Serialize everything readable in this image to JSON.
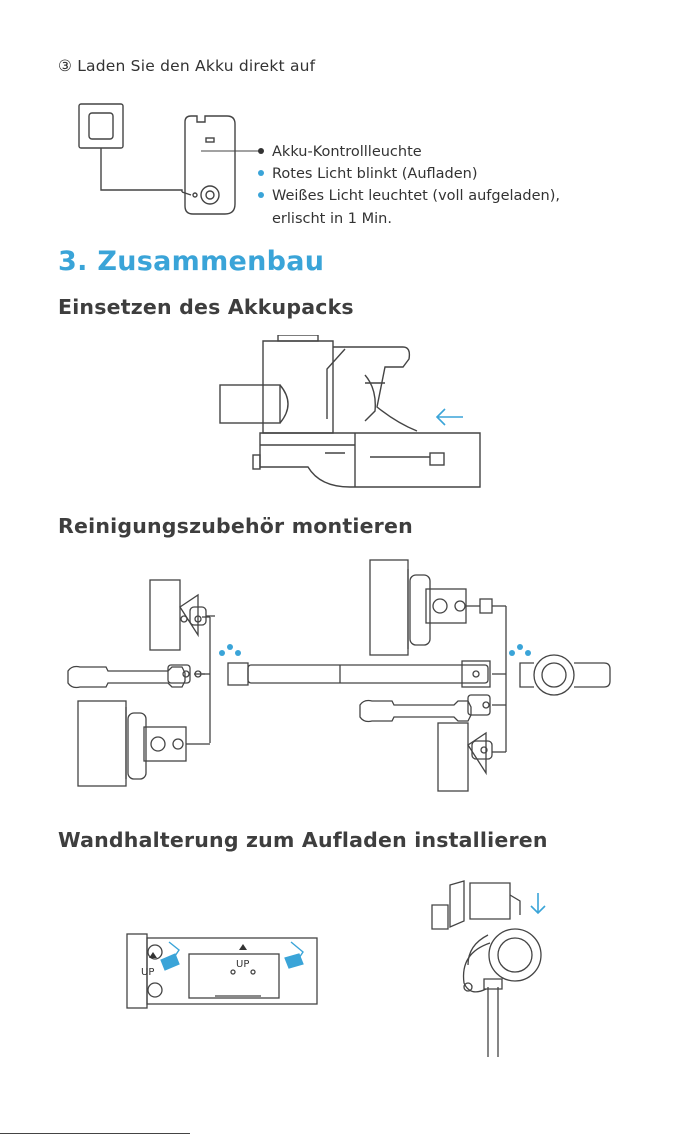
{
  "step": {
    "text": "③ Laden Sie den Akku direkt auf"
  },
  "legend": {
    "items": [
      {
        "text": "Akku-Kontrollleuchte",
        "color": "#333333"
      },
      {
        "text": "Rotes Licht blinkt (Aufladen)",
        "color": "#3aa4d8"
      },
      {
        "text": "Weißes Licht leuchtet (voll aufgeladen),",
        "color": "#3aa4d8"
      }
    ],
    "continuation": "erlischt in 1 Min."
  },
  "section": {
    "title": "3. Zusammenbau"
  },
  "subsections": {
    "battery": {
      "title": "Einsetzen des Akkupacks"
    },
    "accessories": {
      "title": "Reinigungszubehör montieren"
    },
    "wall_mount": {
      "title": "Wandhalterung zum Aufladen installieren"
    }
  },
  "wall_plate": {
    "up_label_1": "UP",
    "up_label_2": "UP"
  },
  "colors": {
    "accent": "#3aa4d8",
    "line": "#444444"
  }
}
